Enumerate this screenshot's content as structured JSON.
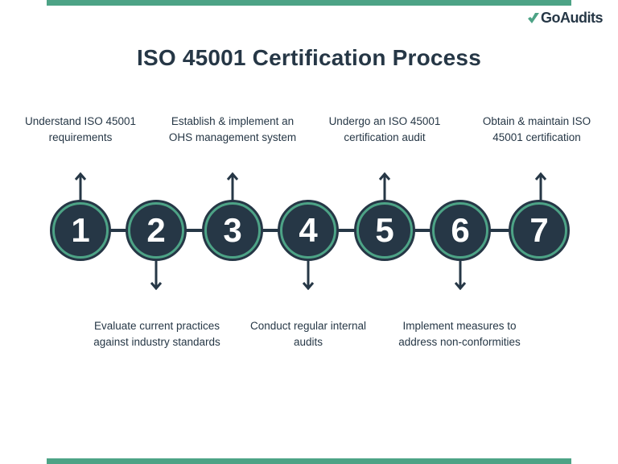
{
  "header": {
    "brand": "GoAudits",
    "title": "ISO 45001 Certification Process"
  },
  "colors": {
    "accent_green": "#4da386",
    "navy": "#263746",
    "background": "#ffffff"
  },
  "steps": [
    {
      "number": "1",
      "label_line1": "Understand ISO 45001",
      "label_line2": "requirements",
      "position": "top"
    },
    {
      "number": "2",
      "label_line1": "Evaluate current practices",
      "label_line2": "against industry standards",
      "position": "bottom"
    },
    {
      "number": "3",
      "label_line1": "Establish & implement an",
      "label_line2": "OHS management system",
      "position": "top"
    },
    {
      "number": "4",
      "label_line1": "Conduct regular internal",
      "label_line2": "audits",
      "position": "bottom"
    },
    {
      "number": "5",
      "label_line1": "Undergo an ISO 45001",
      "label_line2": "certification audit",
      "position": "top"
    },
    {
      "number": "6",
      "label_line1": "Implement measures to",
      "label_line2": "address non-conformities",
      "position": "bottom"
    },
    {
      "number": "7",
      "label_line1": "Obtain & maintain ISO",
      "label_line2": "45001 certification",
      "position": "top"
    }
  ]
}
